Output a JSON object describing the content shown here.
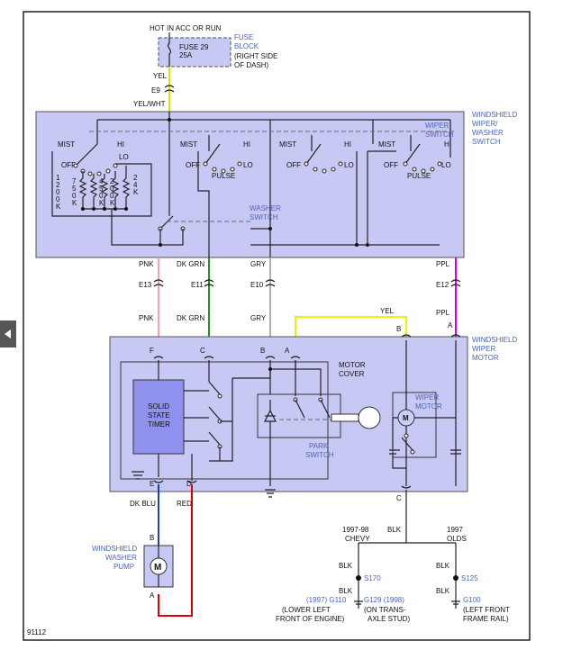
{
  "hot": "HOT IN ACC OR RUN",
  "fuse": {
    "name": "FUSE 29",
    "rating": "25A"
  },
  "fuse_block": [
    "FUSE",
    "BLOCK",
    "(RIGHT SIDE",
    "OF DASH)"
  ],
  "colors": {
    "yel": "YEL",
    "yel_wht": "YEL/WHT",
    "pnk": "PNK",
    "dk_grn": "DK GRN",
    "gry": "GRY",
    "ppl": "PPL",
    "dk_blu": "DK BLU",
    "red": "RED",
    "blk": "BLK"
  },
  "connectors": {
    "e9": "E9",
    "e13": "E13",
    "e11": "E11",
    "e10": "E10",
    "e12": "E12"
  },
  "switch_box": {
    "title": [
      "WINDSHIELD",
      "WIPER/",
      "WASHER",
      "SWITCH"
    ],
    "wiper_switch": [
      "WIPER",
      "SWITCH"
    ],
    "washer_switch": [
      "WASHER",
      "SWITCH"
    ]
  },
  "positions": {
    "mist": "MIST",
    "hi": "HI",
    "lo": "LO",
    "off": "OFF",
    "pulse": "PULSE"
  },
  "resistors": [
    [
      "1",
      "2",
      "0",
      "0",
      "K"
    ],
    [
      "7",
      "5",
      "0",
      "K"
    ],
    [
      "4",
      "5",
      "0",
      "K"
    ],
    [
      "2",
      "0",
      "0",
      "K"
    ],
    [
      "2",
      "4",
      "K"
    ]
  ],
  "pins": {
    "f": "F",
    "c": "C",
    "b": "B",
    "a": "A",
    "e": "E",
    "d": "D"
  },
  "motor_box": {
    "title": [
      "WINDSHIELD",
      "WIPER",
      "MOTOR"
    ],
    "motor_cover": [
      "MOTOR",
      "COVER"
    ],
    "timer": [
      "SOLID",
      "STATE",
      "TIMER"
    ],
    "park_switch": [
      "PARK",
      "SWITCH"
    ],
    "wiper_motor": [
      "WIPER",
      "MOTOR"
    ],
    "m": "M"
  },
  "pump": {
    "label": [
      "WINDSHIELD",
      "WASHER",
      "PUMP"
    ],
    "m": "M"
  },
  "ground": {
    "chevy": [
      "1997-98",
      "CHEVY"
    ],
    "olds": [
      "1997",
      "OLDS"
    ],
    "s170": "S170",
    "s125": "S125",
    "g110": "(1997) G110",
    "g129": "G129 (1998)",
    "g100": "G100",
    "g110_loc": [
      "(LOWER LEFT",
      "FRONT OF ENGINE)"
    ],
    "g129_loc": [
      "(ON TRANS-",
      "AXLE STUD)"
    ],
    "g100_loc": [
      "(LEFT FRONT",
      "FRAME RAIL)"
    ]
  },
  "diagram_id": "91112"
}
